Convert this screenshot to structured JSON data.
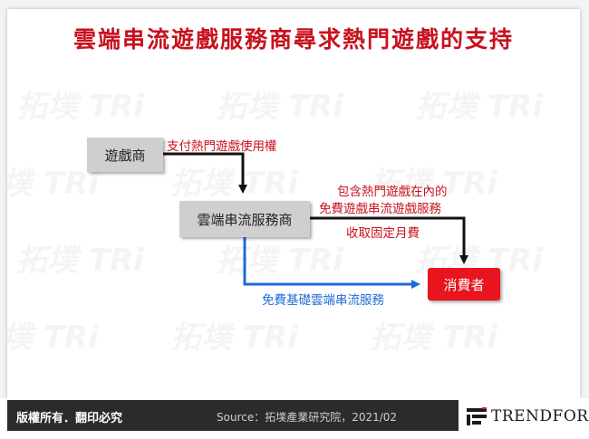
{
  "title": "雲端串流遊戲服務商尋求熱門遊戲的支持",
  "boxes": {
    "game_company": "遊戲商",
    "cloud_provider": "雲端串流服務商",
    "consumer": "消費者"
  },
  "labels": {
    "license": "支付熱門遊戲使用權",
    "premium_line1": "包含熱門遊戲在內的",
    "premium_line2": "免費遊戲串流遊戲服務",
    "monthly_fee": "收取固定月費",
    "free_basic": "免費基礎雲端串流服務"
  },
  "footer": {
    "copyright": "版權所有．翻印必究",
    "source": "Source：拓墣產業研究院，2021/02",
    "logo_text": "TRENDFORCE"
  },
  "colors": {
    "title": "#c8111e",
    "red_label": "#c8111e",
    "blue_label": "#1f6bd8",
    "consumer_box": "#e8141e",
    "gray_box": "#cfcfcf"
  }
}
